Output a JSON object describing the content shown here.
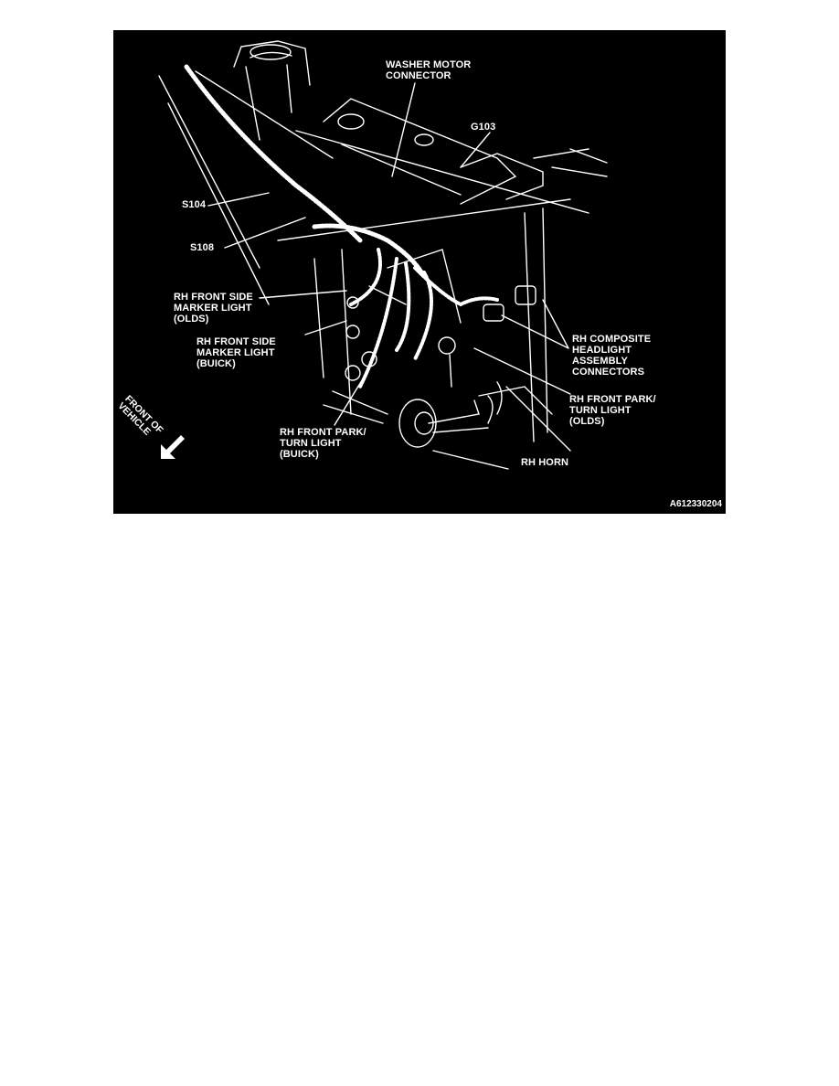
{
  "figure": {
    "id": "A612330204",
    "background": "#000000",
    "foreground": "#ffffff"
  },
  "labels": {
    "washer_motor_connector": "WASHER MOTOR\nCONNECTOR",
    "g103": "G103",
    "s104": "S104",
    "s108": "S108",
    "rh_front_side_marker_olds": "RH FRONT SIDE\nMARKER LIGHT\n(OLDS)",
    "rh_front_side_marker_buick": "RH FRONT SIDE\nMARKER LIGHT\n(BUICK)",
    "rh_composite_headlight": "RH COMPOSITE\nHEADLIGHT\nASSEMBLY\nCONNECTORS",
    "rh_front_park_turn_olds": "RH FRONT PARK/\nTURN LIGHT\n(OLDS)",
    "rh_front_park_turn_buick": "RH FRONT PARK/\nTURN LIGHT\n(BUICK)",
    "rh_horn": "RH HORN",
    "front_of_vehicle": "FRONT OF\nVEHICLE"
  },
  "icons": {
    "direction_arrow": "arrow-down-left-icon"
  }
}
